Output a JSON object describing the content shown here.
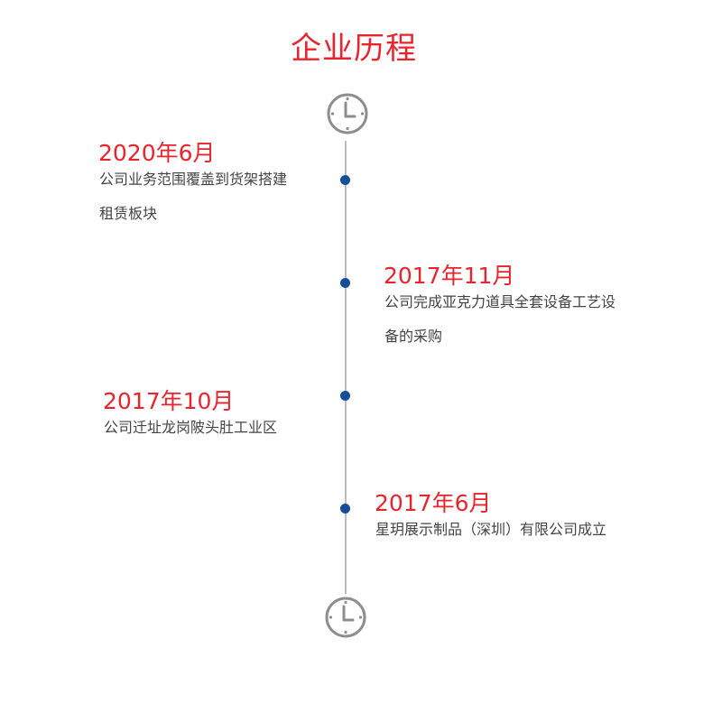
{
  "title": "企业历程",
  "timeline": {
    "start_icon": "clock-icon",
    "end_icon": "clock-icon",
    "events": [
      {
        "date": "2020年6月",
        "lines": [
          "公司业务范围覆盖到货架搭建",
          "租赁板块"
        ],
        "side": "left"
      },
      {
        "date": "2017年11月",
        "lines": [
          "公司完成亚克力道具全套设备工艺设",
          "备的采购"
        ],
        "side": "right"
      },
      {
        "date": "2017年10月",
        "lines": [
          "公司迁址龙岗陂头肚工业区"
        ],
        "side": "left"
      },
      {
        "date": "2017年6月",
        "lines": [
          "星玥展示制品（深圳）有限公司成立"
        ],
        "side": "right"
      }
    ]
  },
  "colors": {
    "title": "#e8242c",
    "date": "#e8242c",
    "dot": "#154e99",
    "line": "#bdbdbd",
    "clock": "#8e8e8e",
    "text": "#444444"
  }
}
